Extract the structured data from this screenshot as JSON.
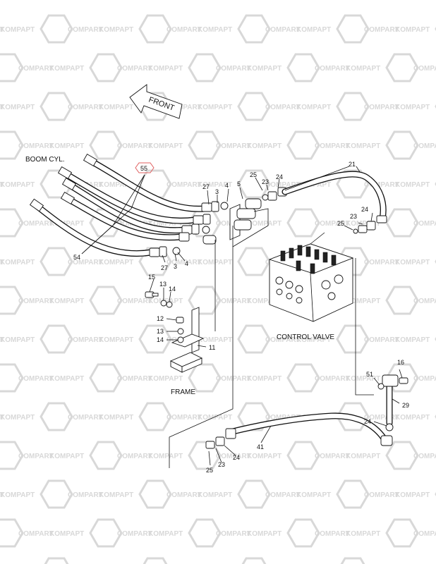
{
  "watermark": {
    "text_a": "KOMPAPT",
    "text_b": "COMPART",
    "color": "#d8d8d8"
  },
  "captions": {
    "boom_cyl": "BOOM CYL.",
    "control_valve": "CONTROL VALVE",
    "frame": "FRAME",
    "front": "FRONT"
  },
  "highlighted_callout": {
    "label": "55",
    "color": "#e06060"
  },
  "callouts": [
    {
      "id": "c21",
      "label": "21"
    },
    {
      "id": "c25a",
      "label": "25"
    },
    {
      "id": "c24a",
      "label": "24"
    },
    {
      "id": "c23a",
      "label": "23"
    },
    {
      "id": "c27a",
      "label": "27"
    },
    {
      "id": "c3a",
      "label": "3"
    },
    {
      "id": "c4a",
      "label": "4"
    },
    {
      "id": "c5",
      "label": "5"
    },
    {
      "id": "c24b",
      "label": "24"
    },
    {
      "id": "c23b",
      "label": "23"
    },
    {
      "id": "c25b",
      "label": "25"
    },
    {
      "id": "c54",
      "label": "54"
    },
    {
      "id": "c27b",
      "label": "27"
    },
    {
      "id": "c3b",
      "label": "3"
    },
    {
      "id": "c4b",
      "label": "4"
    },
    {
      "id": "c15",
      "label": "15"
    },
    {
      "id": "c13a",
      "label": "13"
    },
    {
      "id": "c14a",
      "label": "14"
    },
    {
      "id": "c12",
      "label": "12"
    },
    {
      "id": "c13b",
      "label": "13"
    },
    {
      "id": "c14b",
      "label": "14"
    },
    {
      "id": "c11",
      "label": "11"
    },
    {
      "id": "c16",
      "label": "16"
    },
    {
      "id": "c51",
      "label": "51"
    },
    {
      "id": "c29",
      "label": "29"
    },
    {
      "id": "c24c",
      "label": "24"
    },
    {
      "id": "c41",
      "label": "41"
    },
    {
      "id": "c24d",
      "label": "24"
    },
    {
      "id": "c23c",
      "label": "23"
    },
    {
      "id": "c25c",
      "label": "25"
    }
  ]
}
